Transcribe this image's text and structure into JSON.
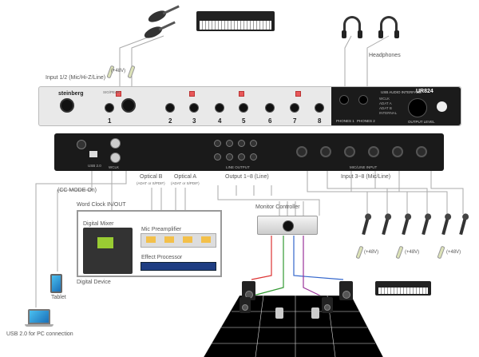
{
  "labels": {
    "input12": "Input 1/2 (Mic/Hi-Z/Line)",
    "phantom": "(+48V)",
    "headphones": "Headphones",
    "cc_mode": "(CC MODE On)",
    "word_clock": "Word Clock IN/OUT",
    "optical_b": "Optical B",
    "optical_b_sub": "(ADAT or S/PDIF)",
    "optical_a": "Optical A",
    "optical_a_sub": "(ADAT or S/PDIF)",
    "output18": "Output 1~8 (Line)",
    "input38": "Input 3~8 (Mic/Line)",
    "digital_mixer": "Digital Mixer",
    "mic_preamp": "Mic Preamplifier",
    "effect_processor": "Effect Processor",
    "digital_device": "Digital Device",
    "monitor_controller": "Monitor Controller",
    "tablet": "Tablet",
    "usb_pc": "USB 2.0 for PC connection",
    "phantom_r1": "(+48V)",
    "phantom_r2": "(+48V)",
    "phantom_r3": "(+48V)"
  },
  "front_panel": {
    "brand": "steinberg",
    "model": "UR824",
    "channels": [
      "1",
      "2",
      "3",
      "4",
      "5",
      "6",
      "7",
      "8"
    ],
    "sig_peak": "SIG/PEAK",
    "phones1": "PHONES 1",
    "phones2": "PHONES 2",
    "output_level": "OUTPUT LEVEL",
    "interface_label": "USB AUDIO INTERFACE",
    "clock_leds": [
      "WCLK",
      "ADAT A",
      "ADAT B",
      "INTERNAL"
    ]
  },
  "rear_panel": {
    "usb": "USB 2.0",
    "wclk": "WCLK",
    "line_output": "LINE OUTPUT",
    "mic_line_input": "MIC/LINE INPUT"
  }
}
